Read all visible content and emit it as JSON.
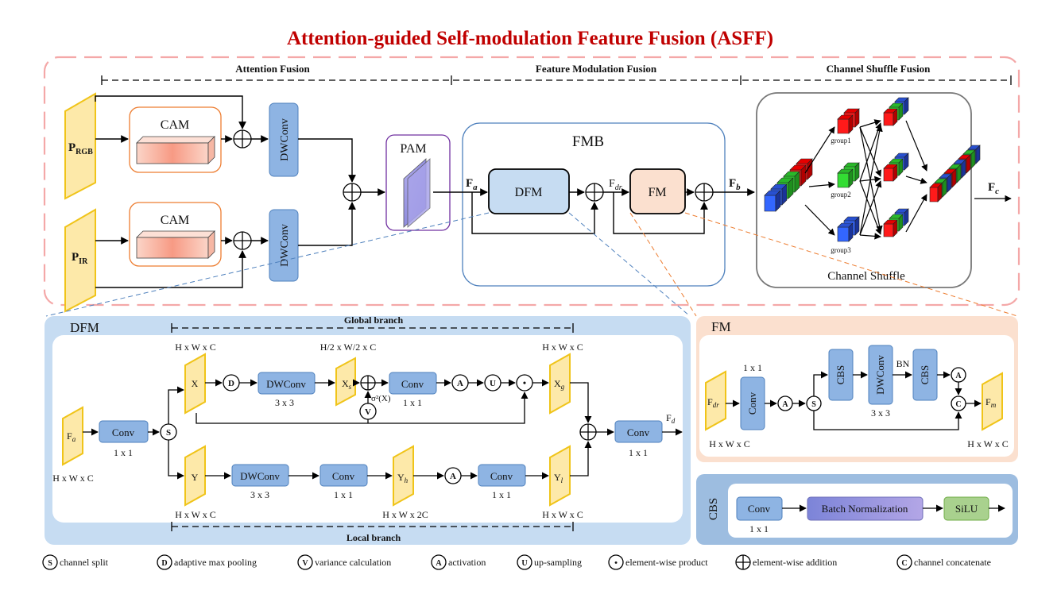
{
  "title": "Attention-guided Self-modulation Feature Fusion (ASFF)",
  "stages": {
    "attention_fusion": "Attention Fusion",
    "feature_modulation_fusion": "Feature Modulation Fusion",
    "channel_shuffle_fusion": "Channel Shuffle Fusion"
  },
  "top": {
    "p_rgb": "P",
    "p_rgb_sub": "RGB",
    "p_ir": "P",
    "p_ir_sub": "IR",
    "cam": "CAM",
    "dwconv": "DWConv",
    "pam": "PAM",
    "fmb": "FMB",
    "dfm": "DFM",
    "fm": "FM",
    "fa": "F",
    "fa_sub": "a",
    "fdr": "F",
    "fdr_sub": "dr",
    "fb": "F",
    "fb_sub": "b",
    "fc": "F",
    "fc_sub": "c",
    "group1": "group1",
    "group2": "group2",
    "group3": "group3",
    "channel_shuffle": "Channel Shuffle"
  },
  "dfm": {
    "panel_title": "DFM",
    "global_branch": "Global branch",
    "local_branch": "Local branch",
    "fa": "F",
    "fa_sub": "a",
    "hwc": "H x W x C",
    "h2w2c": "H/2 x W/2 x C",
    "hw2c": "H x W x 2C",
    "conv": "Conv",
    "dwconv": "DWConv",
    "k1": "1 x 1",
    "k3": "3 x 3",
    "x": "X",
    "xs": "X",
    "xs_sub": "s",
    "xg": "X",
    "xg_sub": "g",
    "y": "Y",
    "yh": "Y",
    "yh_sub": "h",
    "yl": "Y",
    "yl_sub": "l",
    "sigma": "σ²(X)",
    "fd": "F",
    "fd_sub": "d"
  },
  "fm": {
    "panel_title": "FM",
    "fdr": "F",
    "fdr_sub": "dr",
    "fm_out": "F",
    "fm_out_sub": "m",
    "conv": "Conv",
    "k1": "1 x 1",
    "cbs": "CBS",
    "dwconv": "DWConv",
    "k3": "3 x 3",
    "bn": "BN",
    "hwc": "H x W x C"
  },
  "cbs": {
    "panel_title": "CBS",
    "conv": "Conv",
    "k1": "1 x 1",
    "bn": "Batch Normalization",
    "silu": "SiLU"
  },
  "symbols": {
    "s": "S",
    "d": "D",
    "v": "V",
    "a": "A",
    "u": "U",
    "c": "C",
    "dot": "•"
  },
  "legend": {
    "s": "channel split",
    "d": "adaptive max pooling",
    "v": "variance calculation",
    "a": "activation",
    "u": "up-sampling",
    "dot": "element-wise product",
    "plus": "element-wise addition",
    "c": "channel concatenate"
  },
  "colors": {
    "title": "#c00000",
    "feature_yellow": "#fde9a9",
    "feature_yellow_stroke": "#f0c419",
    "block_blue": "#8eb4e3",
    "block_blue_stroke": "#4f81bd",
    "dfm_panel": "#c6dcf2",
    "fm_panel": "#fbe0cf",
    "cbs_panel": "#9dbde0",
    "bn_purple": "#8f8fd8",
    "silu_green": "#a9d18e",
    "dash_red": "#f4a8a8"
  }
}
